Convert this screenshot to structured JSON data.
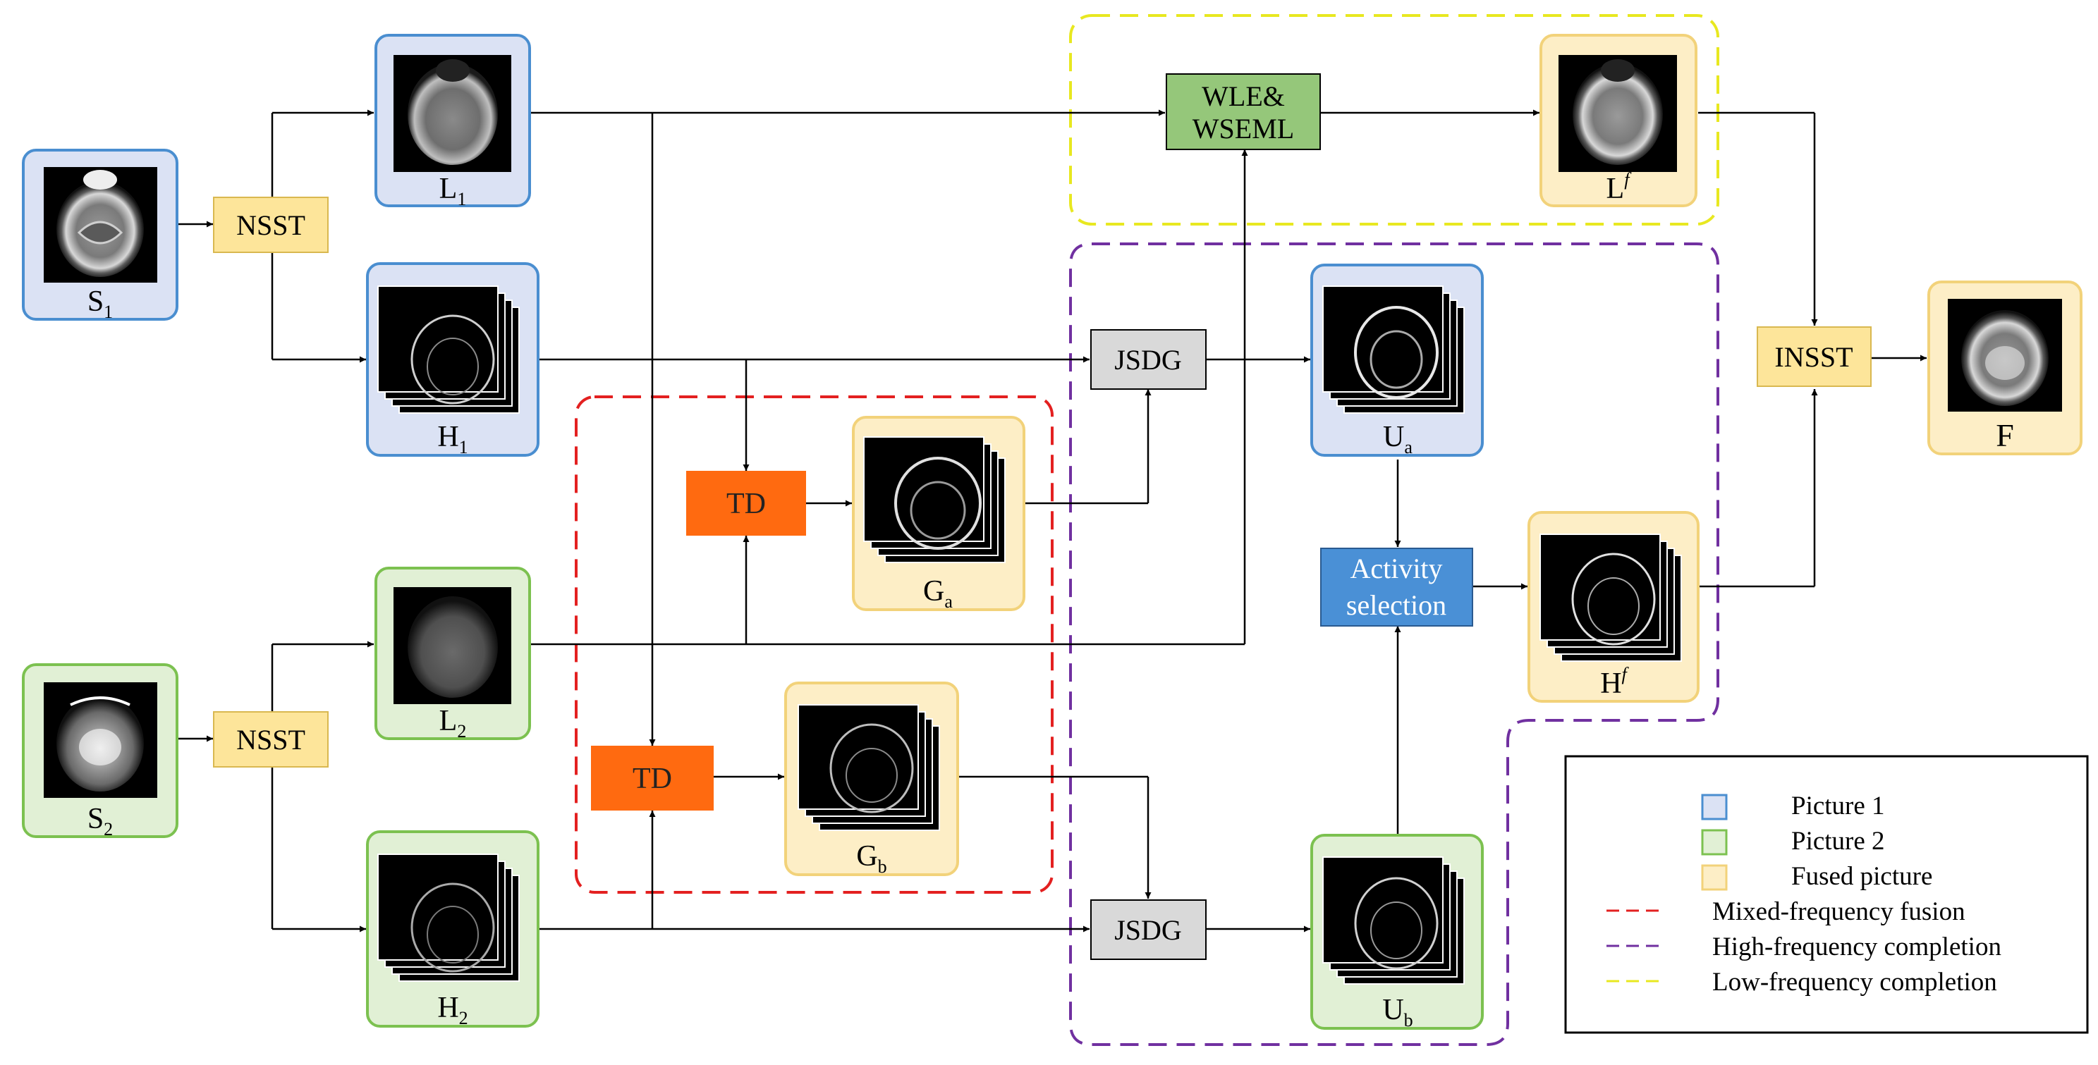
{
  "colors": {
    "picture1_fill": "#dbe2f4",
    "picture1_border": "#4a8ed0",
    "picture2_fill": "#e1f0d5",
    "picture2_border": "#7cc150",
    "fused_fill": "#fdeec6",
    "fused_border": "#f2d27a",
    "nsst_fill": "#fde59a",
    "td_fill": "#ff6a10",
    "jsdg_fill": "#d9d9d9",
    "wle_fill": "#95c77a",
    "activity_fill": "#4a90d6",
    "mixed_dash": "#e32020",
    "high_dash": "#7030a0",
    "low_dash": "#e8e820"
  },
  "nodes": {
    "s1": {
      "base": "S",
      "sub": "1"
    },
    "s2": {
      "base": "S",
      "sub": "2"
    },
    "l1": {
      "base": "L",
      "sub": "1"
    },
    "l2": {
      "base": "L",
      "sub": "2"
    },
    "h1": {
      "base": "H",
      "sub": "1"
    },
    "h2": {
      "base": "H",
      "sub": "2"
    },
    "ga": {
      "base": "G",
      "sub": "a"
    },
    "gb": {
      "base": "G",
      "sub": "b"
    },
    "ua": {
      "base": "U",
      "sub": "a"
    },
    "ub": {
      "base": "U",
      "sub": "b"
    },
    "lf": {
      "base": "L",
      "sup": "f"
    },
    "hf": {
      "base": "H",
      "sup": "f"
    },
    "f": {
      "base": "F"
    }
  },
  "ops": {
    "nsst": "NSST",
    "td": "TD",
    "jsdg": "JSDG",
    "wle_line1": "WLE&",
    "wle_line2": "WSEML",
    "activity_line1": "Activity",
    "activity_line2": "selection",
    "insst": "INSST"
  },
  "legend": {
    "picture1": "Picture 1",
    "picture2": "Picture 2",
    "fused": "Fused picture",
    "mixed": "Mixed-frequency fusion",
    "high": "High-frequency completion",
    "low": "Low-frequency completion"
  }
}
